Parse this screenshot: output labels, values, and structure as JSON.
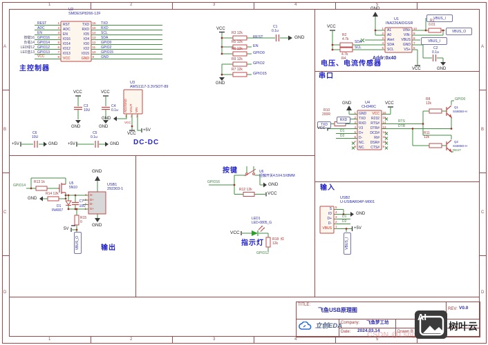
{
  "colors": {
    "frame": "#9a4a4a",
    "wire": "#3f8f3f",
    "component": "#c04848",
    "blue": "#2b2ba8",
    "mar": "#a03535",
    "grn": "#3e7e3e",
    "blk": "#1f1f1f",
    "red": "#cc2222",
    "note": "#4a4a6a",
    "title": "#2323cc",
    "chip_fill": "#fdf6ec",
    "usb_fill": "#d8d8d8"
  },
  "frame": {
    "cols": [
      "1",
      "2",
      "3",
      "4",
      "5"
    ],
    "rows": [
      "A",
      "B",
      "C",
      "D"
    ]
  },
  "pwr": {
    "vcc": "VCC",
    "gnd": "GND",
    "p5v": "+5V",
    "v5": "5V"
  },
  "mcu": {
    "ref": "U2",
    "part": "SMDESP8266-12F",
    "title": "主控制器",
    "pins_left": "RST\nADC\nEN\nIO16\nIO14\nIO12\nIO13",
    "pin_left_pwr": "VCC",
    "pins_right": "TXD\nRXD\nIO5\nIO4\nIO0\nIO2\nIO15",
    "pin_right_pwr": "GND",
    "nums_left": "1\n2\n3\n4\n5\n6\n7\n8",
    "nums_right": "16\n15\n14\n13\n12\n11\n10\n9",
    "nets_left": "REST\nADC\nEN\nGPIO16\nGPIO14\nGPIO12\nGPIO13",
    "net_left_pwr": "VCC",
    "nets_right": "TXD\nRXD\nSCL\nSDA\nGPIO0\nGPIO2\nGPIO15\nGND",
    "notes": "按键16\n负载14\nLED绿12\nLED蓝13"
  },
  "pullups": {
    "rows": [
      {
        "r": "R3  12k",
        "net": "REST"
      },
      {
        "r": "R5  12k",
        "net": "EN"
      },
      {
        "r": "R6  12k",
        "net": "GPIO0"
      },
      {
        "r": "R9  12k",
        "net": "GPIO2"
      },
      {
        "r": "R7  12k",
        "net": "GPIO15"
      }
    ],
    "cap_ref": "C1",
    "cap_val": "0.1u"
  },
  "dcdc": {
    "title": "DC-DC",
    "ref": "U3",
    "part": "AMS1117-3.3VSOT-89",
    "pins": [
      "ADJ/GND",
      "VOUT",
      "VIN"
    ],
    "nums": [
      "1",
      "2",
      "3"
    ],
    "vcc_red": "VCC",
    "c3r": "C3",
    "c3v": "10U",
    "c4r": "C4",
    "c4v": "0.1u",
    "c5r": "C5",
    "c5v": "0.1u",
    "c6r": "C6",
    "c6v": "10U"
  },
  "sensor": {
    "title": "电压、电流传感器",
    "ref": "U1",
    "part": "INA226AIDGSR",
    "pins_left": "A1\nA0\nAlert\nSDA\nSCL",
    "nums_left": "1\n2\n3\n4\n5",
    "pins_right": "VIN+\nVIN-\nVBUS\nGND\nVS+",
    "nums_right": "10\n9\n8\n7\n6",
    "addr": "Addr:0x40",
    "r2": "R2",
    "r2v": "4.7k",
    "r4": "R4",
    "r4v": "4.7k",
    "r1": "R1",
    "r1v": "0.01",
    "c2": "C2",
    "c2v": "0.1u",
    "sda": "SDA",
    "scl": "SCL",
    "port_top": "VBUS_I",
    "port_out": "VBUS_O",
    "port_bus": "VBUS_I"
  },
  "serial": {
    "title": "串口",
    "ref": "U4",
    "part": "CH340C",
    "pins_left": "GND\nTXD\nRXD\nV3\nD+\nD-\nNC.\nNC.",
    "nums_left": "1\n2\n3\n4\n5\n6\n7\n8",
    "pin_right_pwr": "VCC",
    "pins_right": "R232\nRTS#\nDTR#\nDCD#\nRI#\nDSR#\nCTS#",
    "nums_right": "16\n15\n14\n13\n12\n11\n10\n9",
    "r10": "R10",
    "r10v": "200R",
    "port_rxd": "RXD",
    "port_txd": "TXD",
    "d1": "D1",
    "d2": "D2",
    "rts": "RTS",
    "dtr": "DTR",
    "r8": "R8",
    "r8v": "12k",
    "q1": "Q1",
    "q1p": "SS8050-H",
    "gpio0": "GPIO0",
    "r11": "R11",
    "r11v": "12k",
    "q2": "Q2",
    "q2p": "SS8050-H",
    "rest": "REST"
  },
  "output": {
    "title": "输出",
    "gpio14": "GPIO14",
    "r13": "R13  1k",
    "u5": "U5",
    "u5p": "5N10",
    "r14": "R14  12k",
    "d1": "D1",
    "d1p": "IN4007",
    "c7": "C7",
    "c7v": "10U",
    "usb": "USB1",
    "usbp": "292303-1",
    "pins": "S-\nD+\nD-\nS+",
    "nums": "4\n3\n2\n1",
    "r15": "R15",
    "r15v": "0",
    "port": "VBUS_O"
  },
  "button": {
    "title": "按键",
    "gpio16": "GPIO16",
    "u6": "U6",
    "u6p": "轻触开关4.5X4.5X8MM",
    "r12": "R12  12k"
  },
  "led": {
    "title": "指示灯",
    "ref": "LED1",
    "part": "LED-0805_G",
    "r18": "R18",
    "r18c": "红",
    "r18v": "12k",
    "gpio12": "GPIO12"
  },
  "input": {
    "title": "输入",
    "usb": "USB2",
    "usbp": "U-USBAR04P-M001",
    "pins": "S\nID\nD+\nD-",
    "pin_pwr": "VBUS",
    "nums": "5\n4\n3\n2\n1",
    "d1": "D1",
    "d2": "D2",
    "port": "VBUS_I"
  },
  "titleblock": {
    "title_label": "TITLE:",
    "title": "飞鱼USB原理图",
    "rev_label": "REV:",
    "rev": "V0.0",
    "company_label": "Company:",
    "company": "飞鱼梦工坊",
    "date_label": "Date:",
    "date": "2024.03.14",
    "drawn": "Drawn B",
    "logo": "立创EDA"
  },
  "watermark": {
    "ai": "AI",
    "brand": "树叶云",
    "credit": "CSDN @Lsngff12138"
  }
}
